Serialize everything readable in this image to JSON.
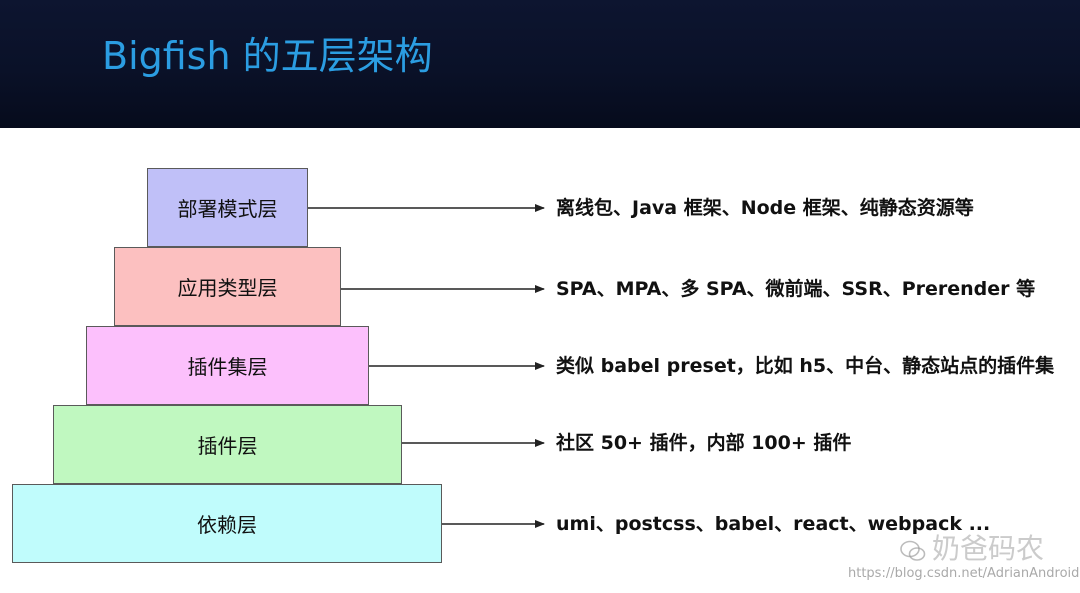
{
  "header": {
    "title": "Bigfish 的五层架构"
  },
  "layers": [
    {
      "name": "部署模式层",
      "description": "离线包、Java 框架、Node 框架、纯静态资源等",
      "color": "#c0c0f8"
    },
    {
      "name": "应用类型层",
      "description": "SPA、MPA、多 SPA、微前端、SSR、Prerender 等",
      "color": "#fcc0c0"
    },
    {
      "name": "插件集层",
      "description": "类似 babel preset，比如 h5、中台、静态站点的插件集",
      "color": "#fcc0fc"
    },
    {
      "name": "插件层",
      "description": "社区 50+ 插件，内部 100+ 插件",
      "color": "#c0f8c0"
    },
    {
      "name": "依赖层",
      "description": "umi、postcss、babel、react、webpack ...",
      "color": "#c0fcfc"
    }
  ],
  "watermark": {
    "logo_text": "奶爸码农",
    "logo_icon": "wechat-icon",
    "url": "https://blog.csdn.net/AdrianAndroid"
  }
}
